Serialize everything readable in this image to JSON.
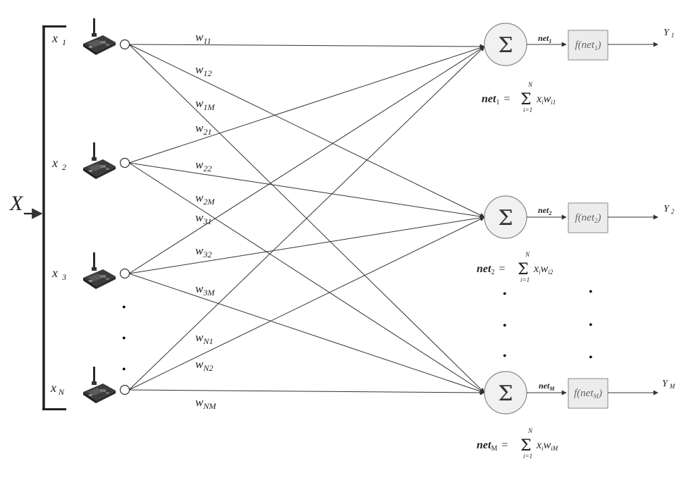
{
  "input": {
    "vector_label": "X",
    "nodes": [
      {
        "name": "x",
        "sub": "1"
      },
      {
        "name": "x",
        "sub": "2"
      },
      {
        "name": "x",
        "sub": "3"
      },
      {
        "name": "x",
        "sub": "N"
      }
    ]
  },
  "weights": [
    {
      "w": "w",
      "sub": "11"
    },
    {
      "w": "w",
      "sub": "12"
    },
    {
      "w": "w",
      "sub": "1M"
    },
    {
      "w": "w",
      "sub": "21"
    },
    {
      "w": "w",
      "sub": "22"
    },
    {
      "w": "w",
      "sub": "2M"
    },
    {
      "w": "w",
      "sub": "31"
    },
    {
      "w": "w",
      "sub": "32"
    },
    {
      "w": "w",
      "sub": "3M"
    },
    {
      "w": "w",
      "sub": "N1"
    },
    {
      "w": "w",
      "sub": "N2"
    },
    {
      "w": "w",
      "sub": "NM"
    }
  ],
  "sum_symbol": "Σ",
  "outputs": [
    {
      "net": "net",
      "net_sub": "1",
      "f": "f",
      "f_arg": "net",
      "f_arg_sub": "1",
      "y": "Y",
      "y_sub": "1",
      "eq_lhs": "net",
      "eq_lhs_sub": "1",
      "eq_upper": "N",
      "eq_lower": "i=1",
      "eq_term_x": "x",
      "eq_term_x_sub": "i",
      "eq_term_w": "w",
      "eq_term_w_sub": "i1"
    },
    {
      "net": "net",
      "net_sub": "2",
      "f": "f",
      "f_arg": "net",
      "f_arg_sub": "2",
      "y": "Y",
      "y_sub": "2",
      "eq_lhs": "net",
      "eq_lhs_sub": "2",
      "eq_upper": "N",
      "eq_lower": "i=1",
      "eq_term_x": "x",
      "eq_term_x_sub": "i",
      "eq_term_w": "w",
      "eq_term_w_sub": "i2"
    },
    {
      "net": "net",
      "net_sub": "M",
      "f": "f",
      "f_arg": "net",
      "f_arg_sub": "M",
      "y": "Y",
      "y_sub": "M",
      "eq_lhs": "net",
      "eq_lhs_sub": "M",
      "eq_upper": "N",
      "eq_lower": "i=1",
      "eq_term_x": "x",
      "eq_term_x_sub": "i",
      "eq_term_w": "w",
      "eq_term_w_sub": "iM"
    }
  ],
  "equals": "=",
  "dot": "•"
}
